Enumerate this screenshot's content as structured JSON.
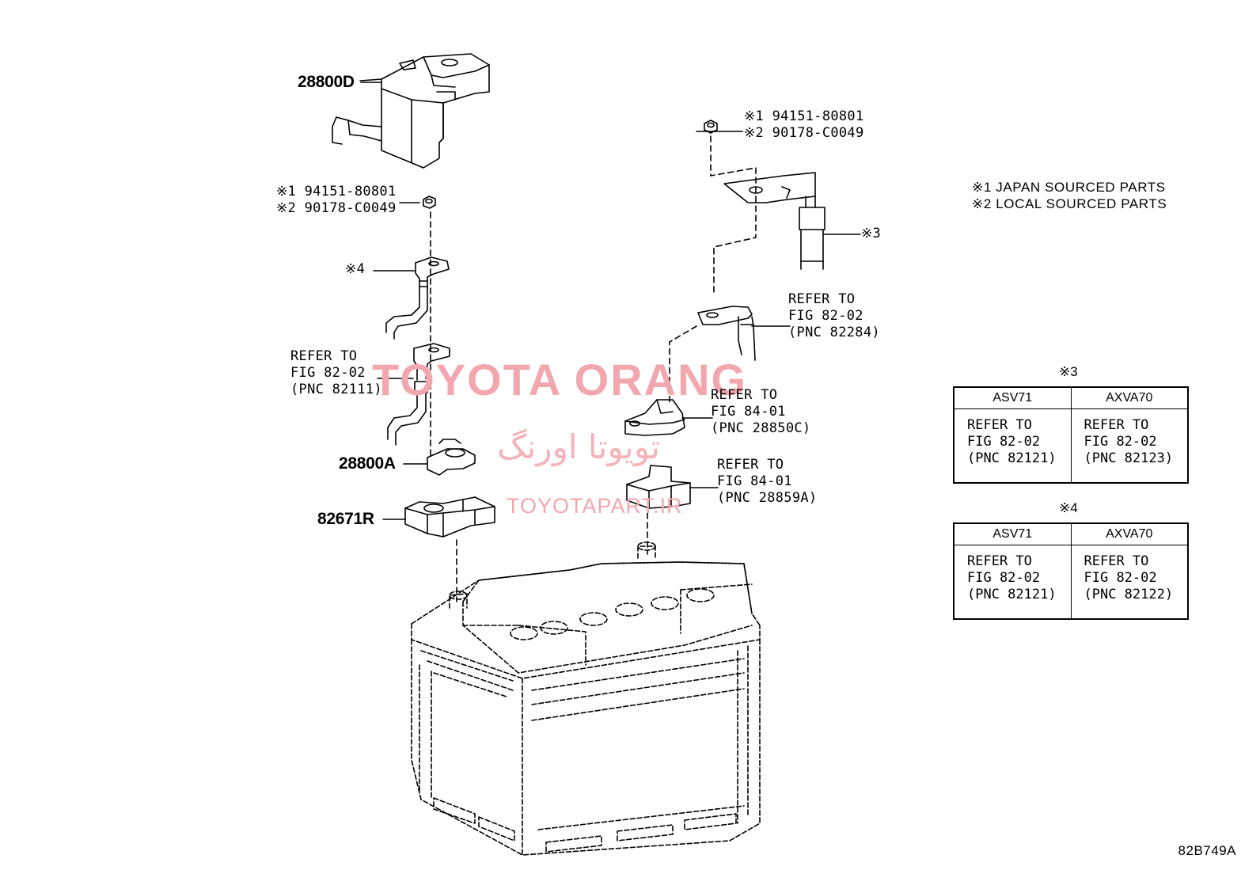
{
  "watermark": {
    "main": "TOYOTA ORANG",
    "persian": "تویوتا اورنگ",
    "site": "TOYOTAPART.IR"
  },
  "legend": {
    "line1": "※1 JAPAN SOURCED PARTS",
    "line2": "※2 LOCAL SOURCED PARTS"
  },
  "parts": {
    "cover": "28800D",
    "clamp": "28800A",
    "holder": "82671R"
  },
  "nut_left": {
    "line1": "※1 94151-80801",
    "line2": "※2 90178-C0049"
  },
  "nut_right": {
    "line1": "※1 94151-80801",
    "line2": "※2 90178-C0049"
  },
  "marks": {
    "m3": "※3",
    "m4": "※4"
  },
  "refs": {
    "left_82111": {
      "l1": "REFER TO",
      "l2": "FIG 82-02",
      "l3": "(PNC 82111)"
    },
    "right_82284": {
      "l1": "REFER TO",
      "l2": "FIG 82-02",
      "l3": "(PNC 82284)"
    },
    "sensor_28850c": {
      "l1": "REFER TO",
      "l2": "FIG 84-01",
      "l3": "(PNC 28850C)"
    },
    "bracket_28859a": {
      "l1": "REFER TO",
      "l2": "FIG 84-01",
      "l3": "(PNC 28859A)"
    }
  },
  "table3": {
    "title": "※3",
    "headers": [
      "ASV71",
      "AXVA70"
    ],
    "cells": [
      {
        "l1": "REFER TO",
        "l2": "FIG 82-02",
        "l3": "(PNC 82121)"
      },
      {
        "l1": "REFER TO",
        "l2": "FIG 82-02",
        "l3": "(PNC 82123)"
      }
    ]
  },
  "table4": {
    "title": "※4",
    "headers": [
      "ASV71",
      "AXVA70"
    ],
    "cells": [
      {
        "l1": "REFER TO",
        "l2": "FIG 82-02",
        "l3": "(PNC 82121)"
      },
      {
        "l1": "REFER TO",
        "l2": "FIG 82-02",
        "l3": "(PNC 82122)"
      }
    ]
  },
  "figure_code": "82B749A"
}
